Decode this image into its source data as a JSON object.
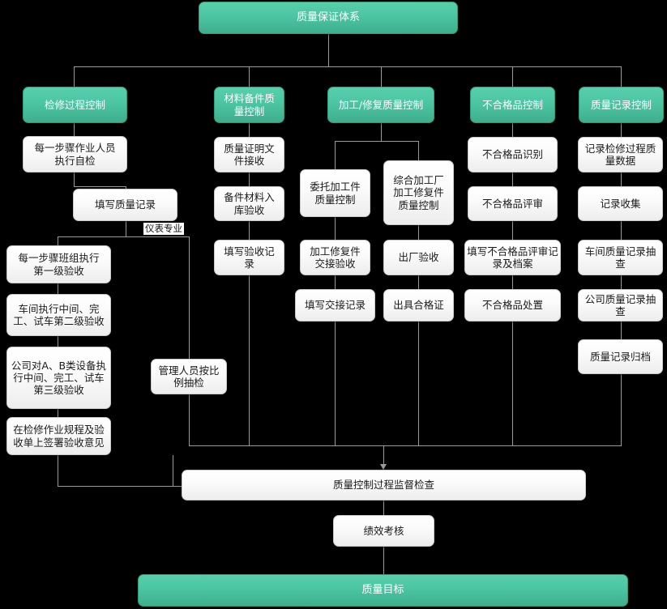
{
  "diagram": {
    "title": "质量保证体系",
    "root": {
      "label": "质量保证体系"
    },
    "categories": [
      {
        "label": "检修过程控制"
      },
      {
        "label": "材料备件质\n量控制"
      },
      {
        "label": "加工/修复质量控制"
      },
      {
        "label": "不合格品控制"
      },
      {
        "label": "质量记录控制"
      }
    ],
    "branch_labels": [
      {
        "label": "仪表专业"
      }
    ],
    "column1": [
      {
        "label": "每一步骤作业人员\n执行自检"
      },
      {
        "label": "填写质量记录"
      },
      {
        "label": "每一步骤班组执行\n第一级验收"
      },
      {
        "label": "车间执行中间、完\n工、试车第二级验收"
      },
      {
        "label": "公司对A、B类设备执\n行中间、完工、试车\n第三级验收"
      },
      {
        "label": "在检修作业规程及验\n收单上签署验收意见"
      },
      {
        "label": "管理人员按比\n例抽检"
      }
    ],
    "column2": [
      {
        "label": "质量证明文\n件接收"
      },
      {
        "label": "备件材料入\n库验收"
      },
      {
        "label": "填写验收记\n录"
      }
    ],
    "column3a": [
      {
        "label": "委托加工件\n质量控制"
      },
      {
        "label": "加工修复件\n交接验收"
      },
      {
        "label": "填写交接记录"
      }
    ],
    "column3b": [
      {
        "label": "综合加工厂\n加工修复件\n质量控制"
      },
      {
        "label": "出厂验收"
      },
      {
        "label": "出具合格证"
      }
    ],
    "column4": [
      {
        "label": "不合格品识别"
      },
      {
        "label": "不合格品评审"
      },
      {
        "label": "填写不合格品评审记\n录及档案"
      },
      {
        "label": "不合格品处置"
      }
    ],
    "column5": [
      {
        "label": "记录检修过程质\n量数据"
      },
      {
        "label": "记录收集"
      },
      {
        "label": "车间质量记录抽\n查"
      },
      {
        "label": "公司质量记录抽\n查"
      },
      {
        "label": "质量记录归档"
      }
    ],
    "footer": [
      {
        "label": "质量控制过程监督检查"
      },
      {
        "label": "绩效考核"
      },
      {
        "label": "质量目标"
      }
    ],
    "colors": {
      "background": "#000000",
      "accent_teal": "#4cc5a2",
      "accent_teal_dark": "#3fae8d",
      "node_white": "#fbfbfb",
      "connector": "#9a9a9a"
    }
  }
}
